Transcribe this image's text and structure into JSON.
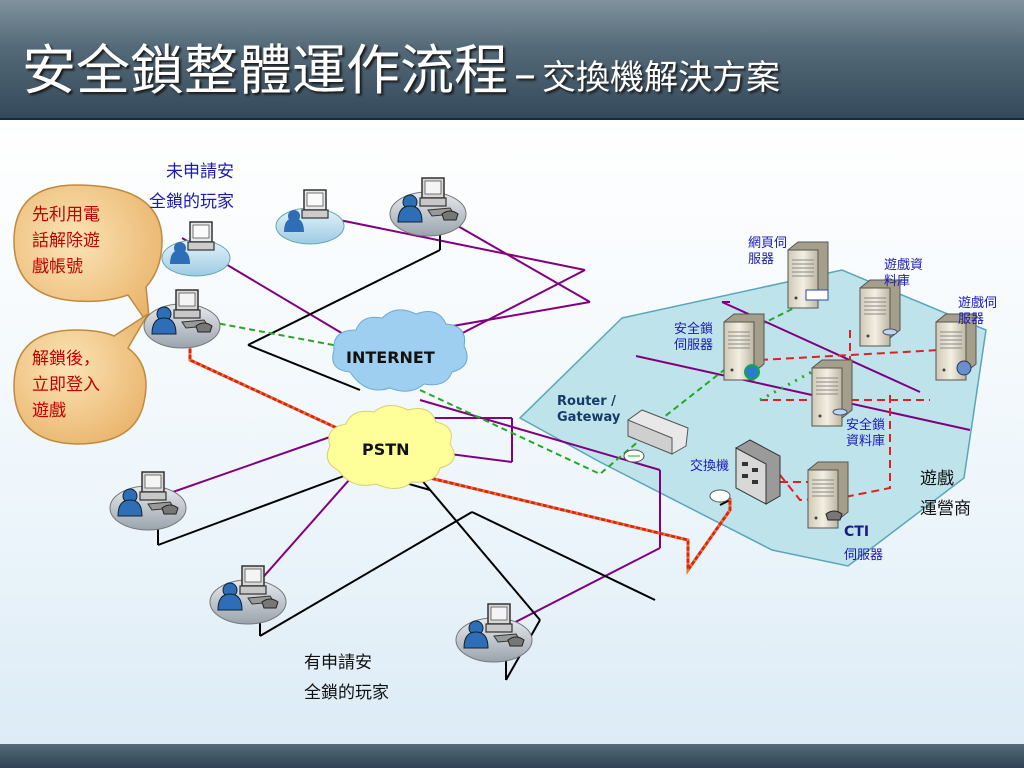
{
  "title": {
    "main": "安全鎖整體運作流程",
    "separator": "–",
    "sub": "交換機解決方案"
  },
  "labels": {
    "unregistered_players": [
      "未申請安",
      "全鎖的玩家"
    ],
    "registered_players": [
      "有申請安",
      "全鎖的玩家"
    ],
    "bubble_call": [
      "先利用電",
      "話解除遊",
      "戲帳號"
    ],
    "bubble_unlock": [
      "解鎖後，",
      "立即登入",
      "遊戲"
    ],
    "internet": "INTERNET",
    "pstn": "PSTN",
    "web_server": [
      "網頁伺",
      "服器"
    ],
    "game_db": [
      "遊戲資",
      "料庫"
    ],
    "game_server": [
      "遊戲伺",
      "服器"
    ],
    "lock_server": [
      "安全鎖",
      "伺服器"
    ],
    "router": [
      "Router /",
      "Gateway"
    ],
    "lock_db": [
      "安全鎖",
      "資料庫"
    ],
    "switch": "交換機",
    "operator": [
      "遊戲",
      "運營商"
    ],
    "cti": "CTI",
    "cti_server": "伺服器"
  },
  "colors": {
    "purple_link": "#800080",
    "black_link": "#000000",
    "green_dotted": "#22aa22",
    "red_dashed": "#e02020",
    "orange_dotted": "#e07010",
    "zone_fill": "#bfe3ea",
    "internet_cloud": "#9fcff0",
    "pstn_cloud": "#ffff99",
    "bubble_fill": "#f2c98a"
  }
}
